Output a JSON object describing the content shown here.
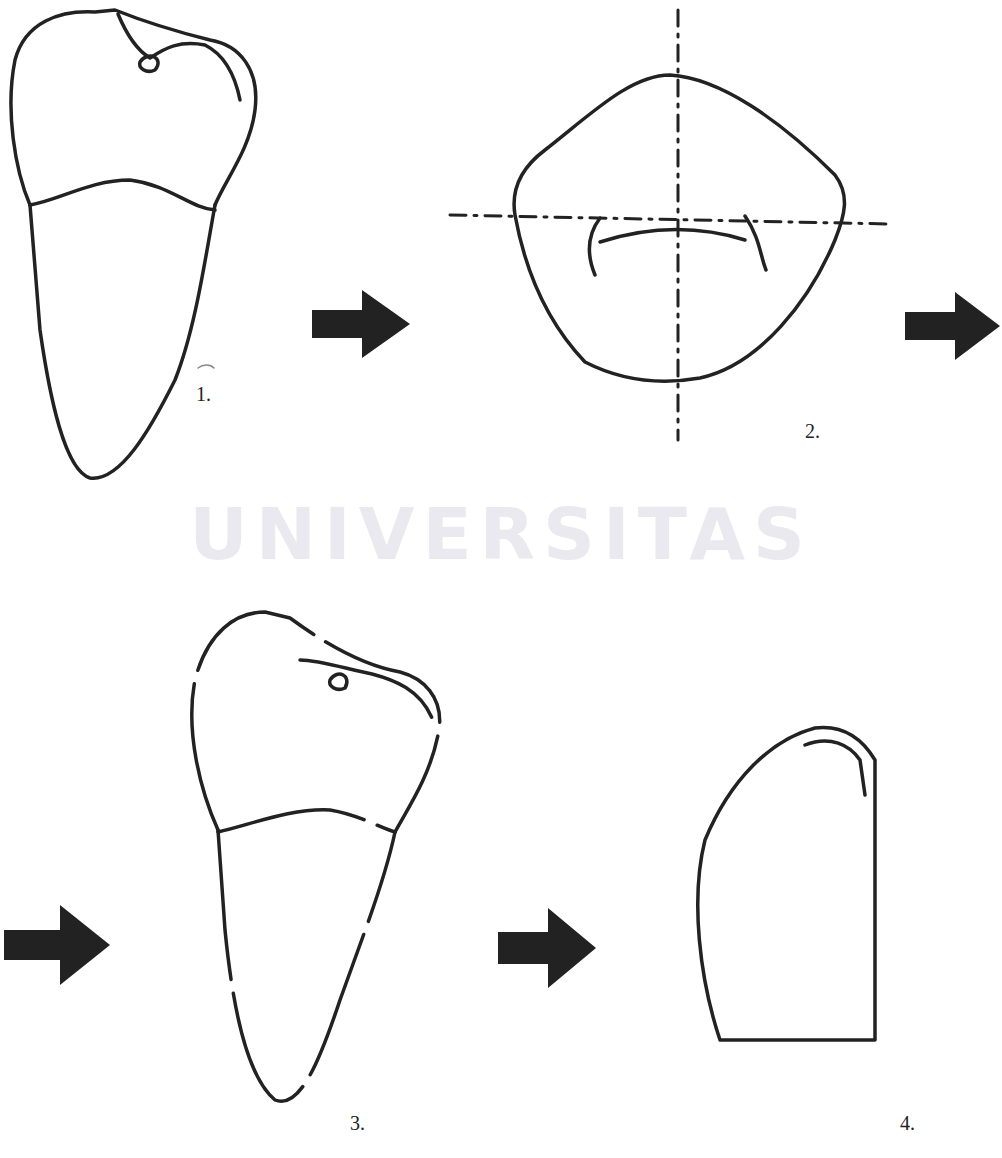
{
  "diagram": {
    "labels": [
      "UNIVERSITAS",
      "1.",
      "2.",
      "3.",
      "4."
    ]
  }
}
